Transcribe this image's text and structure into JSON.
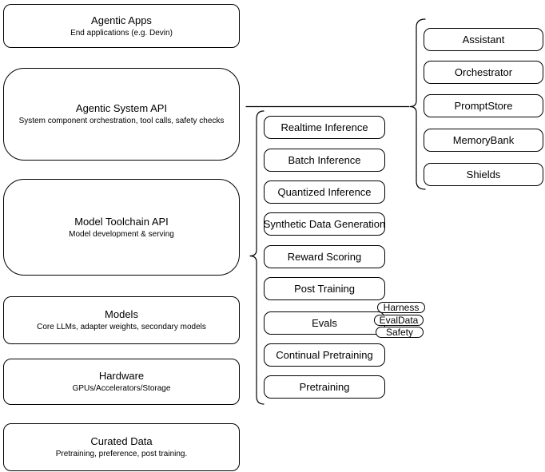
{
  "colors": {
    "background": "#ffffff",
    "stroke": "#000000",
    "text": "#000000"
  },
  "left_stack": [
    {
      "title": "Agentic Apps",
      "subtitle": "End applications (e.g. Devin)"
    },
    {
      "title": "Agentic System API",
      "subtitle": "System component orchestration, tool calls, safety checks"
    },
    {
      "title": "Model Toolchain API",
      "subtitle": "Model development & serving"
    },
    {
      "title": "Models",
      "subtitle": "Core LLMs, adapter weights, secondary models"
    },
    {
      "title": "Hardware",
      "subtitle": "GPUs/Accelerators/Storage"
    },
    {
      "title": "Curated Data",
      "subtitle": "Pretraining, preference, post training."
    }
  ],
  "toolchain_group": {
    "items": [
      "Realtime Inference",
      "Batch Inference",
      "Quantized Inference",
      "Synthetic Data Generation",
      "Reward Scoring",
      "Post Training",
      "Evals",
      "Continual Pretraining",
      "Pretraining"
    ]
  },
  "evals_tags": [
    "Harness",
    "EvalData",
    "Safety"
  ],
  "system_group": {
    "items": [
      "Assistant",
      "Orchestrator",
      "PromptStore",
      "MemoryBank",
      "Shields"
    ]
  }
}
